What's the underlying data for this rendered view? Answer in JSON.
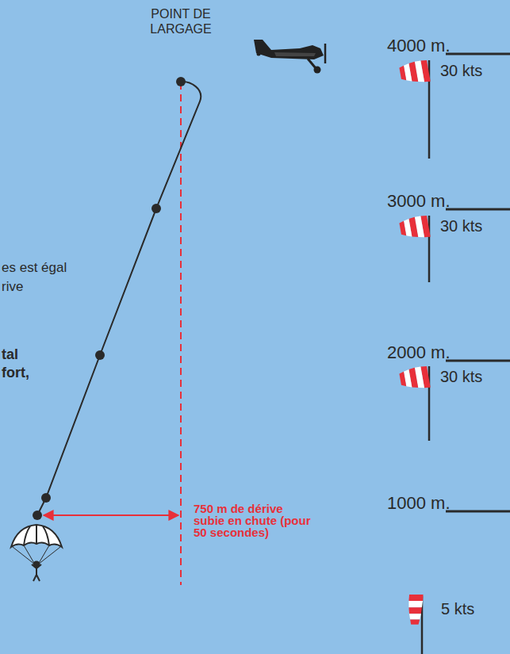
{
  "diagram": {
    "labels": [
      "POINT DE LARGAGE",
      "4000 m.",
      "30 kts",
      "3000 m.",
      "30 kts",
      "2000 m.",
      "30 kts",
      "1000 m.",
      "5 kts",
      "es est égal",
      "rive",
      "tal",
      "fort,",
      "750 m de dérive subie en chute (pour 50 secondes)"
    ]
  }
}
